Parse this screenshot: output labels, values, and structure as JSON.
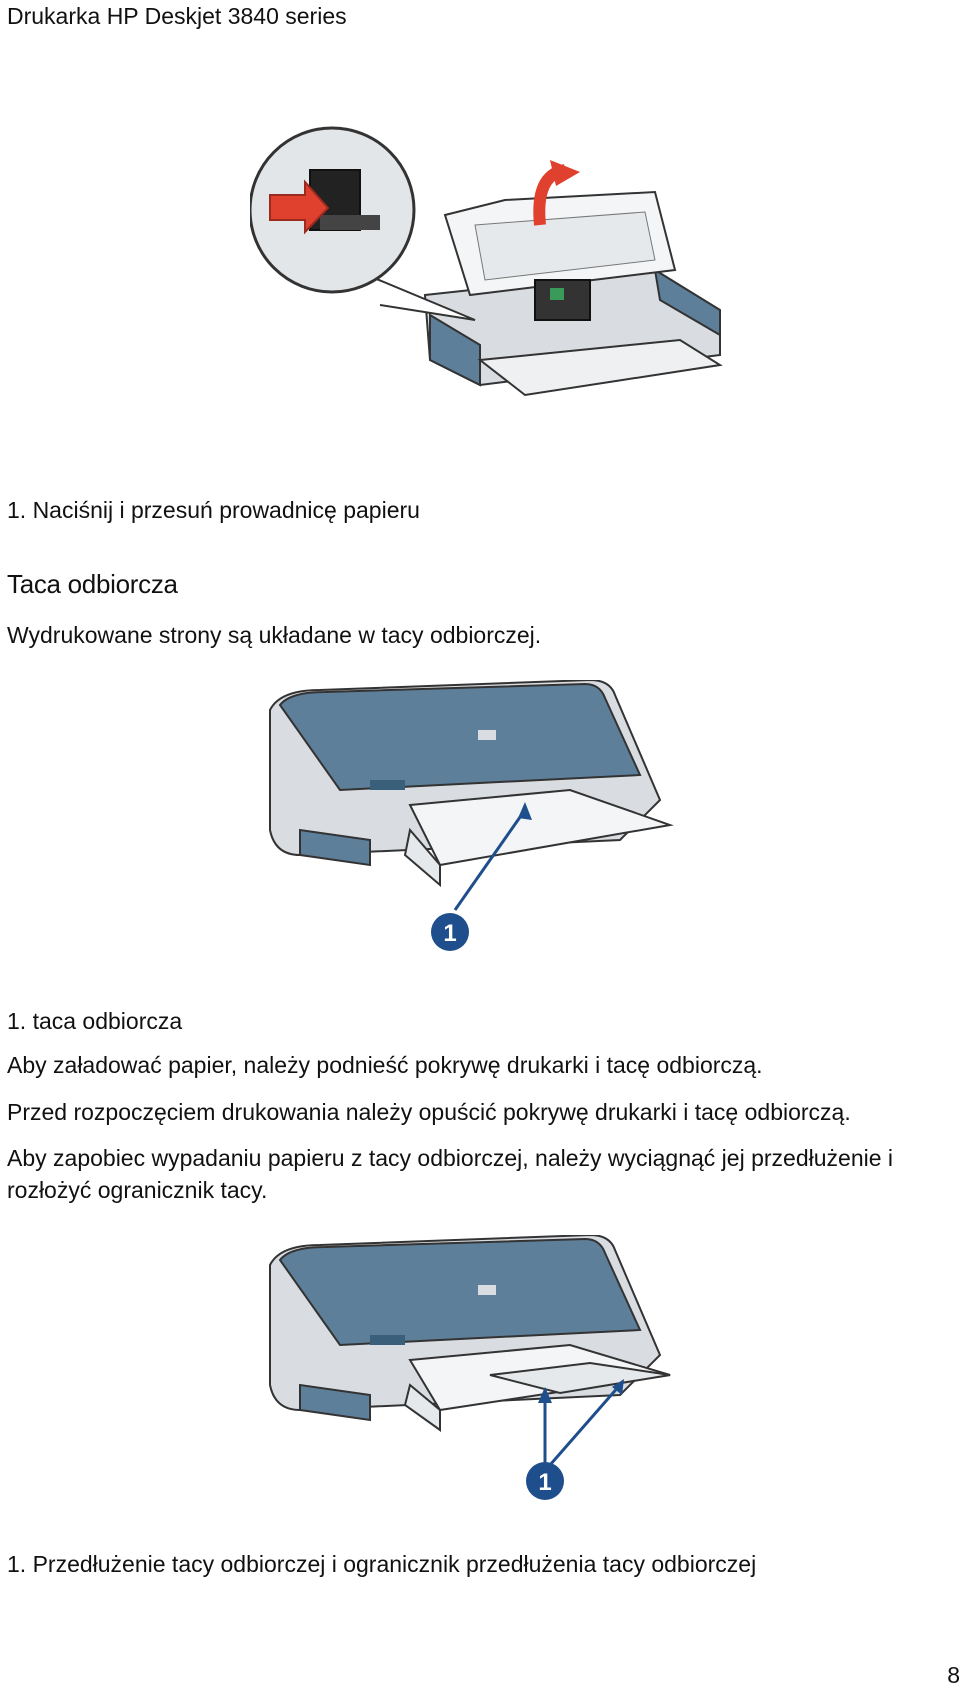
{
  "header": {
    "title": "Drukarka HP Deskjet 3840 series"
  },
  "figure1": {
    "caption": "1. Naciśnij i przesuń prowadnicę papieru"
  },
  "section": {
    "heading": "Taca odbiorcza",
    "intro": "Wydrukowane strony są układane w tacy odbiorczej."
  },
  "figure2": {
    "callout": "1",
    "caption": "1. taca odbiorcza"
  },
  "paragraphs": [
    "Aby załadować papier, należy podnieść pokrywę drukarki i tacę odbiorczą.",
    "Przed rozpoczęciem drukowania należy opuścić pokrywę drukarki i tacę odbiorczą.",
    "Aby zapobiec wypadaniu papieru z tacy odbiorczej, należy wyciągnąć jej przedłużenie i rozłożyć ogranicznik tacy."
  ],
  "figure3": {
    "callout": "1",
    "caption": "1. Przedłużenie tacy odbiorczej i ogranicznik przedłużenia tacy odbiorczej"
  },
  "footer": {
    "page_number": "8"
  },
  "colors": {
    "printer_blue": "#5e7f9a",
    "callout_blue": "#1f4e8c",
    "arrow_red": "#e0402e",
    "body_grey": "#d9dde2"
  }
}
